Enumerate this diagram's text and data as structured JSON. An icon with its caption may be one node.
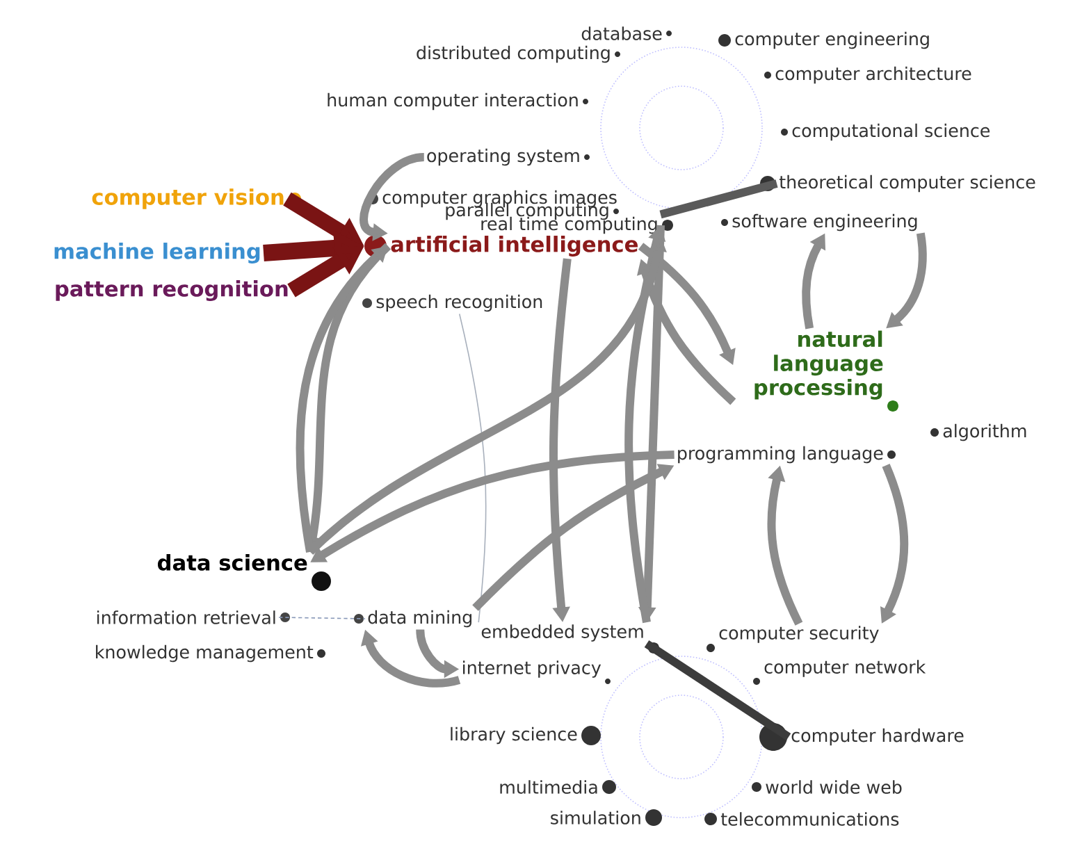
{
  "diagram": {
    "nodes": [
      {
        "text": [
          "database"
        ]
      },
      {
        "text": [
          "distributed computing"
        ]
      },
      {
        "text": [
          "computer engineering"
        ]
      },
      {
        "text": [
          "computer architecture"
        ]
      },
      {
        "text": [
          "human computer interaction"
        ]
      },
      {
        "text": [
          "computational science"
        ]
      },
      {
        "text": [
          "operating system"
        ]
      },
      {
        "text": [
          "computer vision"
        ]
      },
      {
        "text": [
          "computer graphics images"
        ]
      },
      {
        "text": [
          "theoretical computer science"
        ]
      },
      {
        "text": [
          "parallel computing"
        ]
      },
      {
        "text": [
          "real time computing"
        ]
      },
      {
        "text": [
          "software engineering"
        ]
      },
      {
        "text": [
          "machine learning"
        ]
      },
      {
        "text": [
          "artificial intelligence"
        ]
      },
      {
        "text": [
          "pattern recognition"
        ]
      },
      {
        "text": [
          "speech recognition"
        ]
      },
      {
        "text": [
          "natural language processing"
        ]
      },
      {
        "text": [
          "algorithm"
        ]
      },
      {
        "text": [
          "programming language"
        ]
      },
      {
        "text": [
          "data science"
        ]
      },
      {
        "text": [
          "information retrieval"
        ]
      },
      {
        "text": [
          "data mining"
        ]
      },
      {
        "text": [
          "embedded system"
        ]
      },
      {
        "text": [
          "computer security"
        ]
      },
      {
        "text": [
          "knowledge management"
        ]
      },
      {
        "text": [
          "internet privacy"
        ]
      },
      {
        "text": [
          "computer network"
        ]
      },
      {
        "text": [
          "library science"
        ]
      },
      {
        "text": [
          "computer hardware"
        ]
      },
      {
        "text": [
          "multimedia"
        ]
      },
      {
        "text": [
          "world wide web"
        ]
      },
      {
        "text": [
          "simulation"
        ]
      },
      {
        "text": [
          "telecommunications"
        ]
      }
    ],
    "edges": [
      {
        "from": 7,
        "to": 14,
        "arrow": "to",
        "style": "thick",
        "color": "#7a1414"
      },
      {
        "from": 13,
        "to": 14,
        "arrow": "to",
        "style": "thick",
        "color": "#7a1414"
      },
      {
        "from": 15,
        "to": 14,
        "arrow": "to",
        "style": "thick",
        "color": "#7a1414"
      },
      {
        "from": 6,
        "to": 14,
        "arrow": "to"
      },
      {
        "from": 14,
        "to": 20,
        "arrow": "to"
      },
      {
        "from": 20,
        "to": 14,
        "arrow": "to"
      },
      {
        "from": 14,
        "to": 17,
        "arrow": "to"
      },
      {
        "from": 17,
        "to": 14,
        "arrow": "to"
      },
      {
        "from": 14,
        "to": 23,
        "arrow": "to"
      },
      {
        "from": 16,
        "to": 23,
        "arrow": "none",
        "color": "#a8b0bc"
      },
      {
        "from": 19,
        "to": 20,
        "arrow": "to"
      },
      {
        "from": 22,
        "to": 19,
        "arrow": "to"
      },
      {
        "from": 19,
        "to": 24,
        "arrow": "to"
      },
      {
        "from": 24,
        "to": 19,
        "arrow": "to"
      },
      {
        "from": 12,
        "to": 17,
        "arrow": "to"
      },
      {
        "from": 17,
        "to": 12,
        "arrow": "to"
      },
      {
        "from": 11,
        "to": 23,
        "arrow": "to"
      },
      {
        "from": 23,
        "to": 11,
        "arrow": "to"
      },
      {
        "from": 22,
        "to": 26,
        "arrow": "to"
      },
      {
        "from": 26,
        "to": 22,
        "arrow": "to"
      },
      {
        "from": 20,
        "to": 11,
        "arrow": "to"
      },
      {
        "from": 11,
        "to": 9,
        "arrow": "none",
        "color": "#5a5a5a"
      },
      {
        "from": 23,
        "to": 29,
        "arrow": "none",
        "color": "#3c3c3c"
      },
      {
        "from": 21,
        "to": 22,
        "arrow": "none",
        "style": "dashed",
        "color": "#8898b8"
      }
    ]
  }
}
